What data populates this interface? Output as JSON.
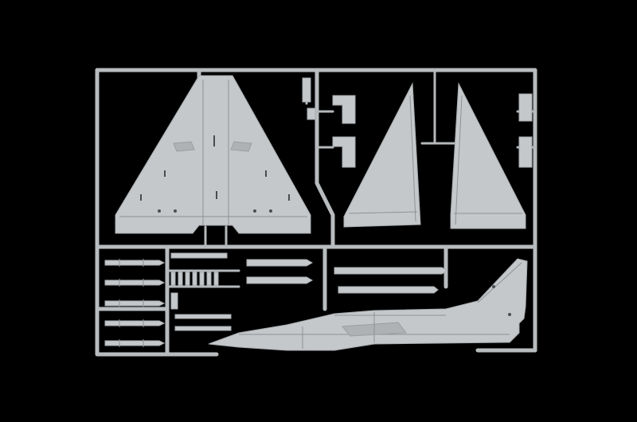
{
  "image": {
    "subject": "plastic-model-kit-sprue",
    "background_color": "#000000",
    "plastic_color": "#c4c8ca"
  },
  "parts": {
    "lower_wing": "lower-wing-panel",
    "upper_wings": [
      "upper-wing-left",
      "upper-wing-right"
    ],
    "fuselage_half": "fuselage-half",
    "missiles_count": 5,
    "small_parts_count": 12
  }
}
